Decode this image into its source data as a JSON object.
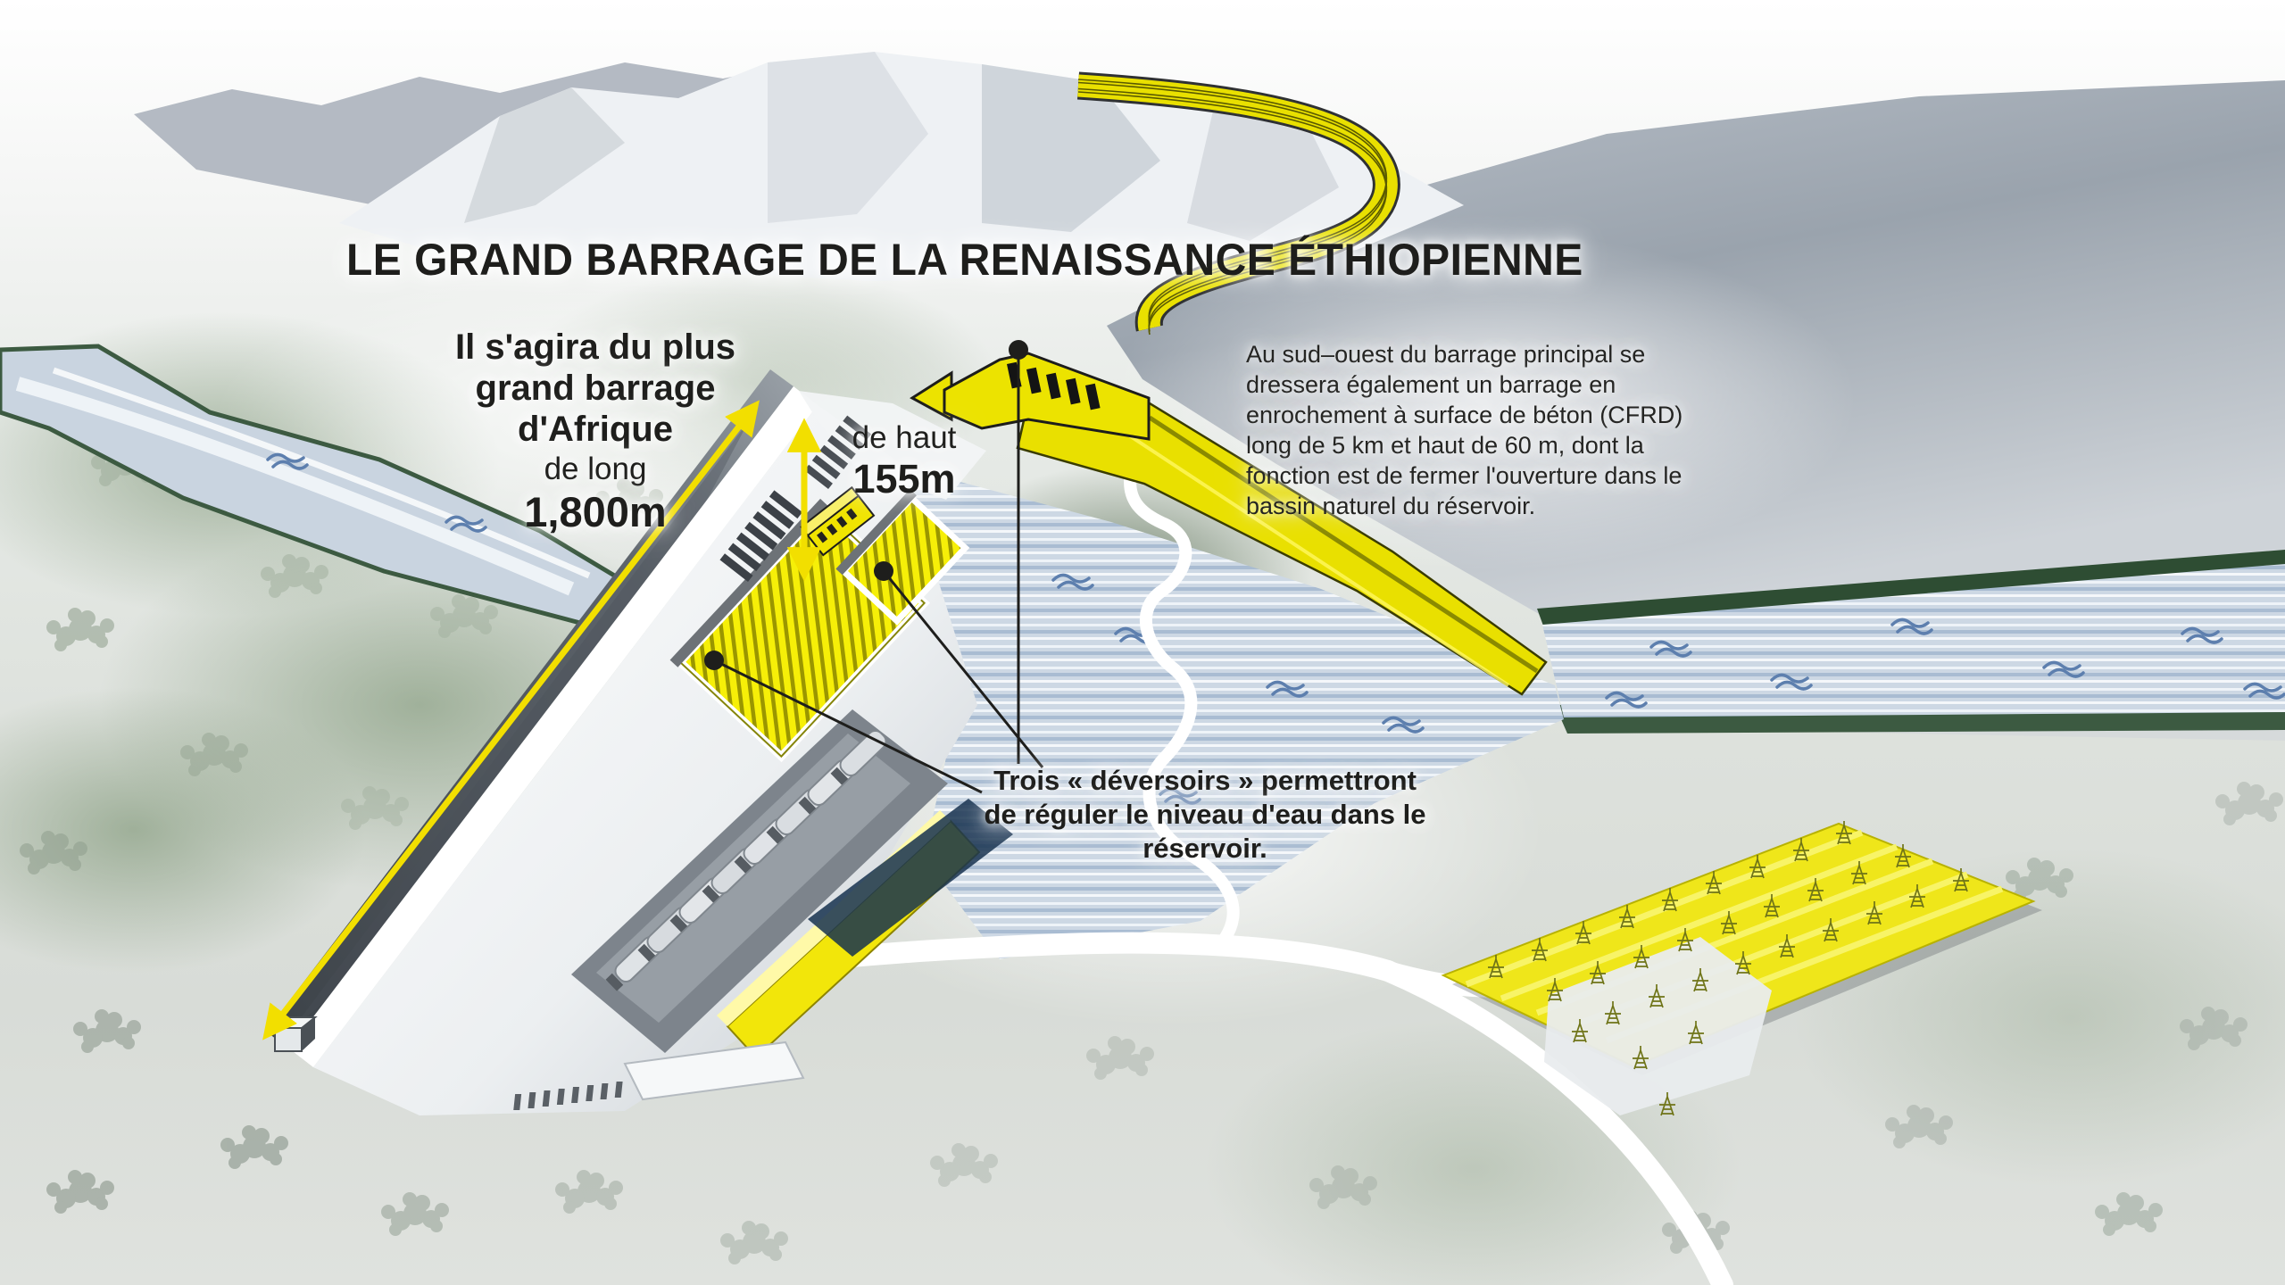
{
  "title": "LE GRAND BARRAGE DE LA RENAISSANCE ÉTHIOPIENNE",
  "labels": {
    "length": {
      "headline": [
        "Il s'agira du plus",
        "grand barrage",
        "d'Afrique"
      ],
      "qualifier": "de long",
      "value": "1,800m"
    },
    "height": {
      "qualifier": "de haut",
      "value": "155m"
    },
    "saddle_note": "Au sud–ouest du barrage principal se dressera également un barrage en enrochement à surface de béton (CFRD) long de 5 km et haut de 60 m, dont la fonction est de fermer l'ouverture dans le bassin naturel du réservoir.",
    "spillway_note": "Trois « déversoirs » permettront de réguler le niveau d'eau dans le réservoir."
  },
  "colors": {
    "accent_yellow": "#efe400",
    "arrow_yellow": "#f2df00",
    "ink": "#1e1e1c",
    "water_light": "#cdd8e4",
    "water_wave": "#5d7fae",
    "bank_green": "#32503a"
  }
}
